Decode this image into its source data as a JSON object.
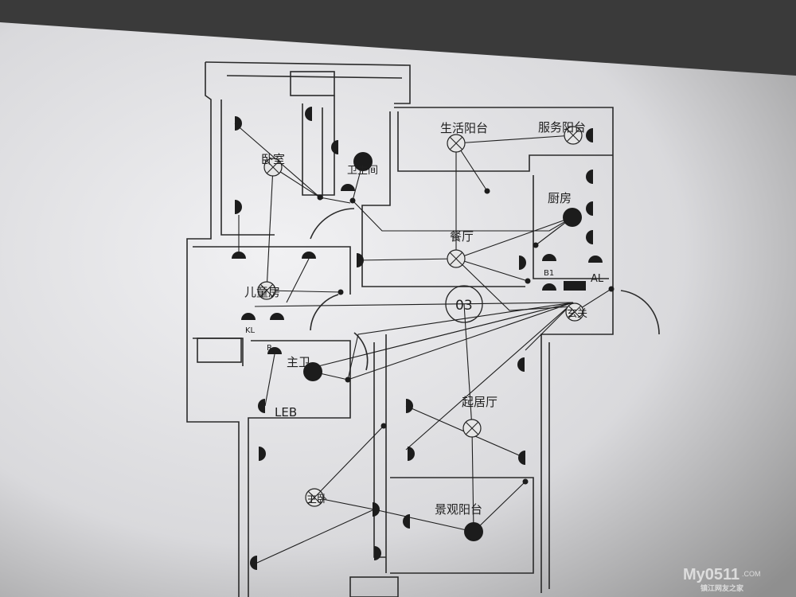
{
  "drawing": {
    "rooms": {
      "bedroom": "卧室",
      "bathroom": "卫生间",
      "utility_balcony": "生活阳台",
      "service_balcony": "服务阳台",
      "kitchen": "厨房",
      "dining": "餐厅",
      "kids_room": "儿童房",
      "entrance": "玄关",
      "master_bath": "主卫",
      "living_room": "起居厅",
      "master_bedroom": "主卧",
      "view_balcony": "景观阳台"
    },
    "unit_number": "03",
    "tags": {
      "leb": "LEB",
      "al": "AL",
      "kl": "KL",
      "b1": "B1",
      "r": "R"
    }
  },
  "watermark": {
    "brand": "My0511",
    "domain": ".COM",
    "subtitle": "镇江网友之家"
  }
}
